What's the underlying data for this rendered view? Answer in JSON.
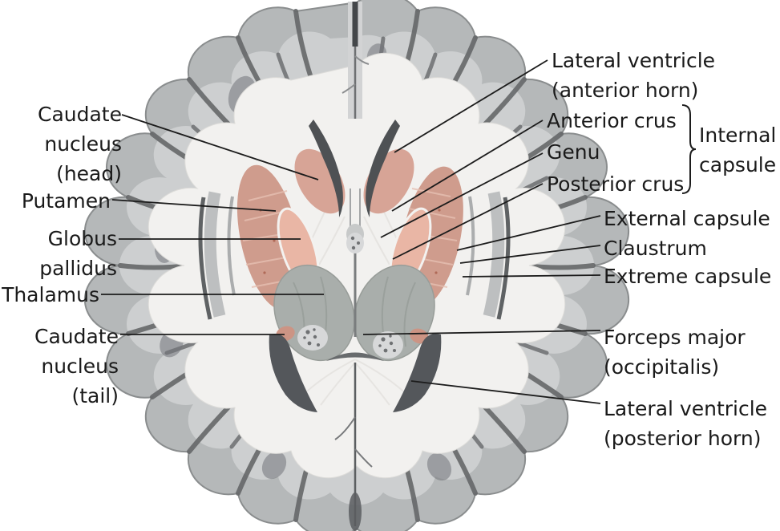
{
  "figure": {
    "type": "labeled-anatomical-diagram",
    "subject": "axial section of the brain showing basal ganglia, internal capsule and lateral ventricles"
  },
  "labels": {
    "left": [
      {
        "id": "caudate-nucleus-head",
        "text": "Caudate\nnucleus\n(head)"
      },
      {
        "id": "putamen",
        "text": "Putamen"
      },
      {
        "id": "globus-pallidus",
        "text": "Globus\npallidus"
      },
      {
        "id": "thalamus",
        "text": "Thalamus"
      },
      {
        "id": "caudate-nucleus-tail",
        "text": "Caudate\nnucleus\n(tail)"
      }
    ],
    "right": [
      {
        "id": "lateral-ventricle-anterior-horn",
        "text": "Lateral ventricle\n(anterior horn)"
      },
      {
        "id": "anterior-crus",
        "text": "Anterior crus"
      },
      {
        "id": "genu",
        "text": "Genu"
      },
      {
        "id": "posterior-crus",
        "text": "Posterior crus"
      },
      {
        "id": "internal-capsule",
        "text": "Internal\ncapsule"
      },
      {
        "id": "external-capsule",
        "text": "External capsule"
      },
      {
        "id": "claustrum",
        "text": "Claustrum"
      },
      {
        "id": "extreme-capsule",
        "text": "Extreme capsule"
      },
      {
        "id": "forceps-major",
        "text": "Forceps major\n(occipitalis)"
      },
      {
        "id": "lateral-ventricle-posterior-horn",
        "text": "Lateral ventricle\n(posterior horn)"
      }
    ]
  },
  "colors": {
    "background": "#ffffff",
    "cortex": "#b5b8b9",
    "gyri": "#cdcfd0",
    "sulcus": "#66686a",
    "white-matter": "#f2f1ef",
    "putamen": "#cf9c8d",
    "globus-pallidus": "#e9b6a5",
    "caudate": "#d7a496",
    "caudate-tail": "#cc9484",
    "thalamus": "#a9aeab",
    "ventricle": "#4e5154",
    "leader-line": "#1c1c1c",
    "label-text": "#1a1a1a"
  }
}
